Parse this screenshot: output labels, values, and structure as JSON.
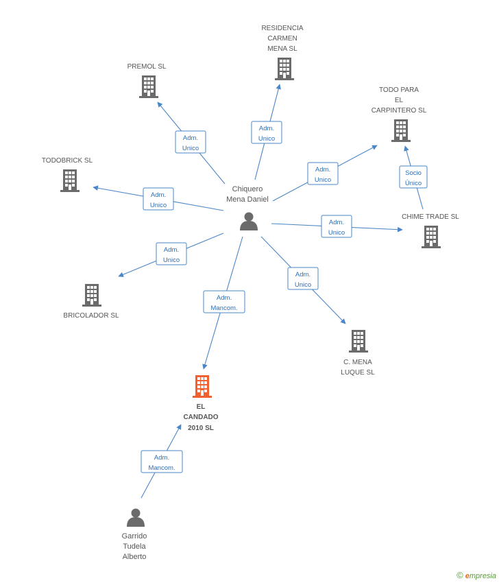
{
  "colors": {
    "edge": "#4a86c8",
    "building": "#6b6b6b",
    "focus_building": "#f0612f",
    "person": "#6b6b6b"
  },
  "people": {
    "chiquero": {
      "lines": [
        "Chiquero",
        "Mena Daniel"
      ],
      "icon": "person-icon"
    },
    "garrido": {
      "lines": [
        "Garrido",
        "Tudela",
        "Alberto"
      ],
      "icon": "person-icon"
    }
  },
  "companies": {
    "residencia": {
      "lines": [
        "RESIDENCIA",
        "CARMEN",
        "MENA SL"
      ],
      "icon": "building-icon"
    },
    "premol": {
      "lines": [
        "PREMOL SL"
      ],
      "icon": "building-icon"
    },
    "todopara": {
      "lines": [
        "TODO PARA",
        "EL",
        "CARPINTERO SL"
      ],
      "icon": "building-icon"
    },
    "todobrick": {
      "lines": [
        "TODOBRICK SL"
      ],
      "icon": "building-icon"
    },
    "chime": {
      "lines": [
        "CHIME TRADE SL"
      ],
      "icon": "building-icon"
    },
    "bricolador": {
      "lines": [
        "BRICOLADOR SL"
      ],
      "icon": "building-icon"
    },
    "cmena": {
      "lines": [
        "C. MENA",
        "LUQUE SL"
      ],
      "icon": "building-icon"
    },
    "candado": {
      "lines": [
        "EL",
        "CANDADO",
        "2010 SL"
      ],
      "icon": "building-icon",
      "focus": true
    }
  },
  "relations": {
    "to_premol": [
      "Adm.",
      "Unico"
    ],
    "to_residencia": [
      "Adm.",
      "Unico"
    ],
    "to_todopara": [
      "Adm.",
      "Unico"
    ],
    "chime_to_todopara": [
      "Socio",
      "Único"
    ],
    "to_todobrick": [
      "Adm.",
      "Unico"
    ],
    "to_chime": [
      "Adm.",
      "Unico"
    ],
    "to_bricolador": [
      "Adm.",
      "Unico"
    ],
    "to_cmena": [
      "Adm.",
      "Unico"
    ],
    "to_candado": [
      "Adm.",
      "Mancom."
    ],
    "garrido_to_candado": [
      "Adm.",
      "Mancom."
    ]
  },
  "watermark": {
    "copyright": "©",
    "brand_first": "e",
    "brand_rest": "mpresia"
  }
}
